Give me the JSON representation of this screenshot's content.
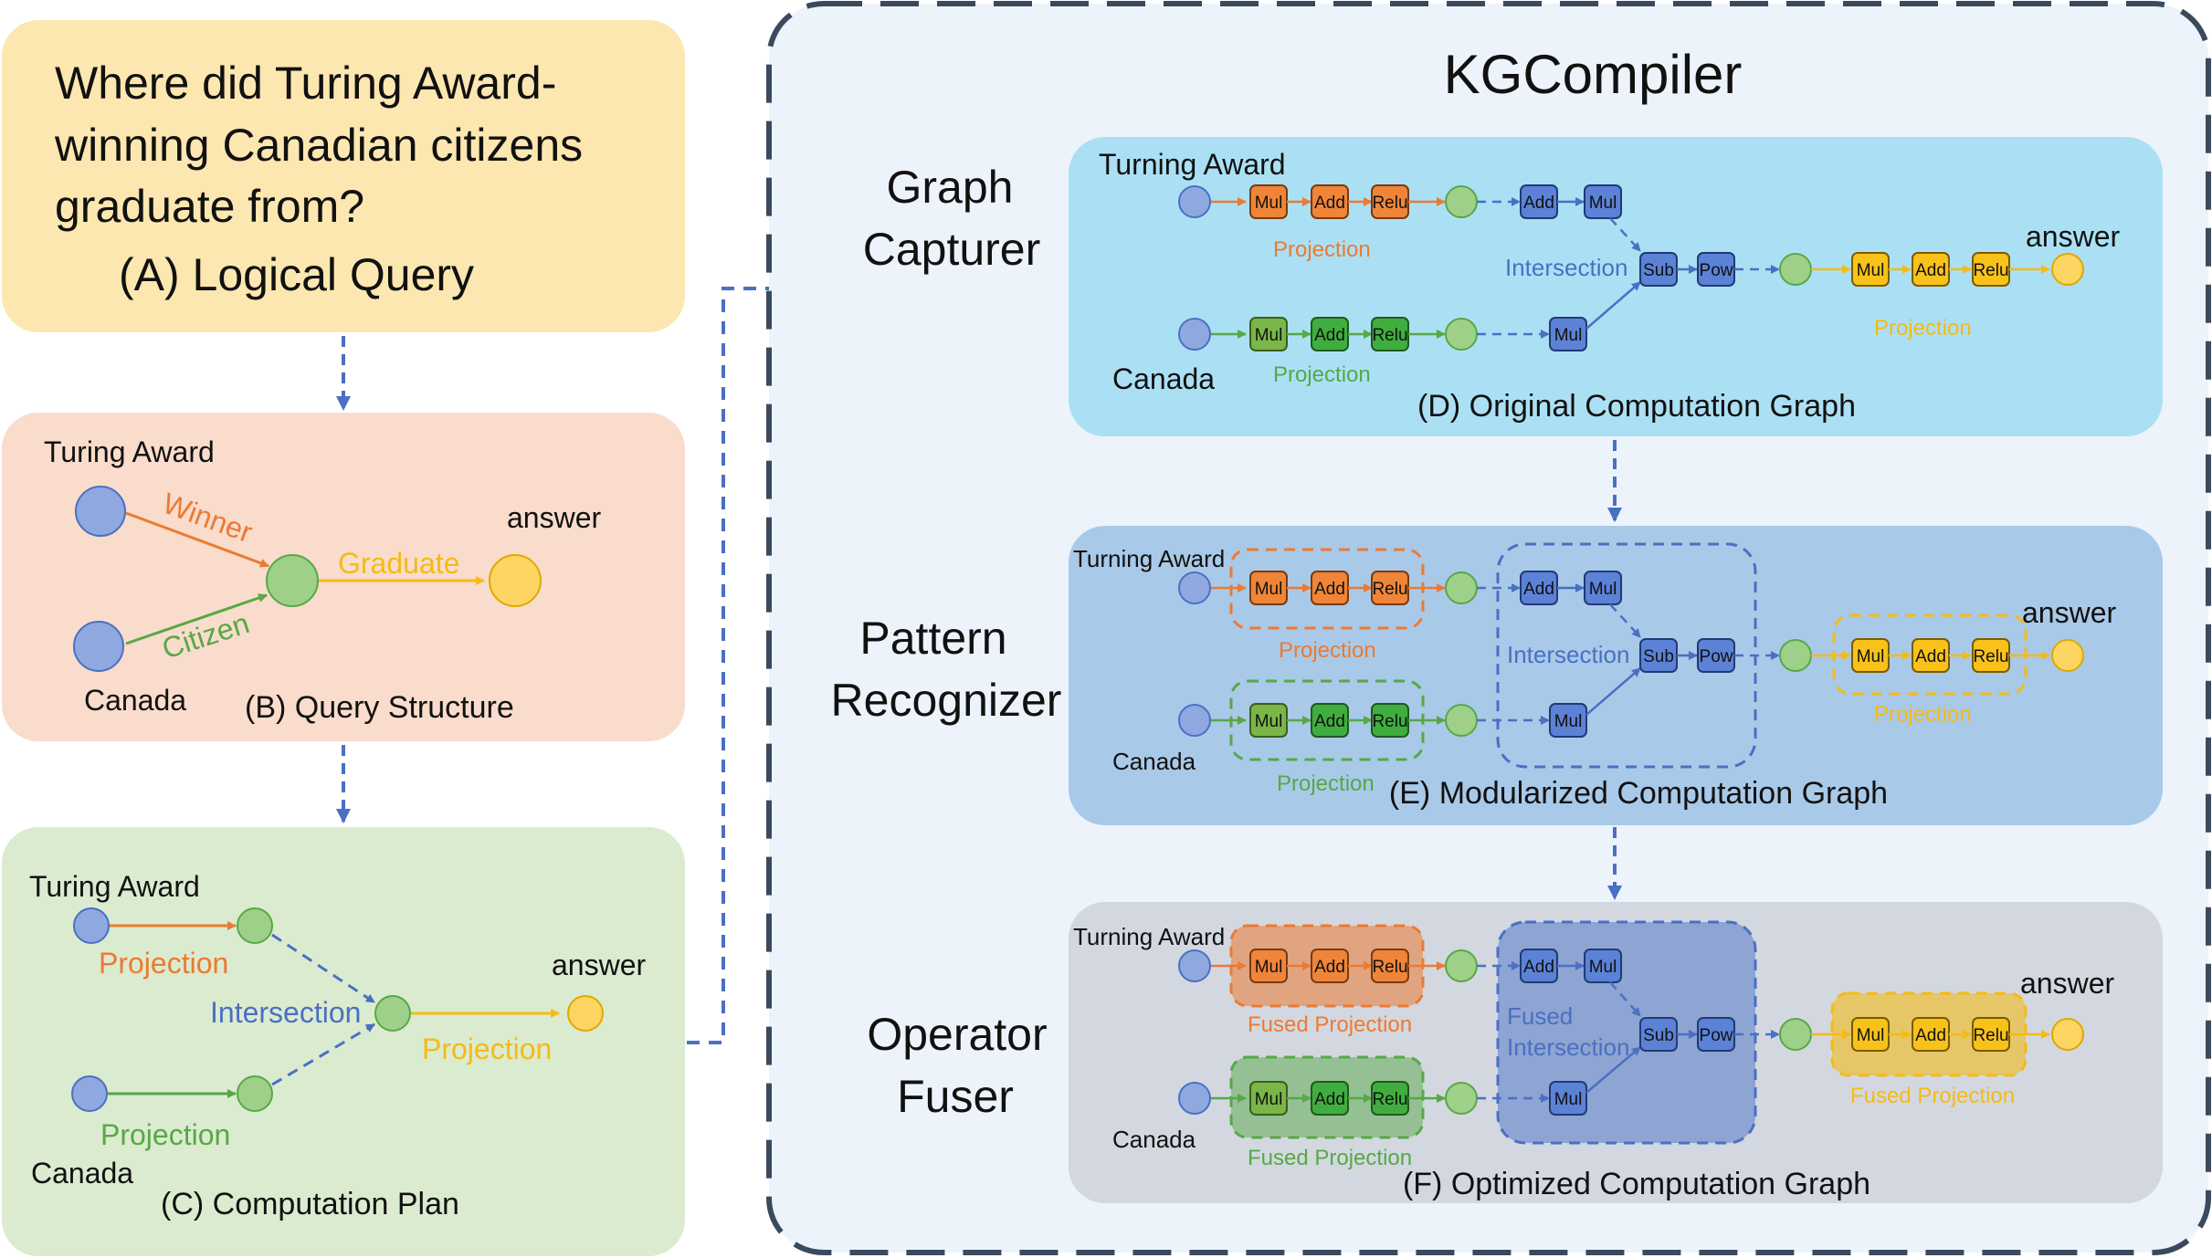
{
  "colors": {
    "orange": "#ec7a32",
    "green": "#57a846",
    "blue": "#4a70c4",
    "yellow": "#f4bb16",
    "panel_a": "#fde7b0",
    "panel_b": "#f9dccb",
    "panel_c": "#dbebcf",
    "panel_d": "#abe0f4",
    "panel_e": "#a9c9e8",
    "panel_f": "#d3d8e0",
    "compiler_bg": "#edf3fb",
    "compiler_border": "#3a4a5e"
  },
  "panel_a": {
    "question_lines": [
      "Where did Turing Award-",
      "winning Canadian citizens",
      "graduate from?"
    ],
    "caption": "(A) Logical Query"
  },
  "panel_b": {
    "turing_label": "Turing Award",
    "canada_label": "Canada",
    "answer_label": "answer",
    "edge_winner": "Winner",
    "edge_citizen": "Citizen",
    "edge_graduate": "Graduate",
    "caption": "(B) Query Structure"
  },
  "panel_c": {
    "turing_label": "Turing Award",
    "canada_label": "Canada",
    "answer_label": "answer",
    "projection_top": "Projection",
    "projection_bottom": "Projection",
    "projection_right": "Projection",
    "intersection": "Intersection",
    "caption": "(C) Computation Plan"
  },
  "compiler": {
    "title": "KGCompiler",
    "stage_1": [
      "Graph",
      "Capturer"
    ],
    "stage_2": [
      "Pattern",
      "Recognizer"
    ],
    "stage_3": [
      "Operator",
      "Fuser"
    ]
  },
  "panel_d": {
    "top_label": "Turning Award",
    "bottom_label": "Canada",
    "answer_label": "answer",
    "proj_top": "Projection",
    "proj_bottom": "Projection",
    "proj_right": "Projection",
    "intersection": "Intersection",
    "caption": "(D) Original Computation Graph"
  },
  "panel_e": {
    "top_label": "Turning Award",
    "bottom_label": "Canada",
    "answer_label": "answer",
    "proj_top": "Projection",
    "proj_bottom": "Projection",
    "proj_right": "Projection",
    "intersection": "Intersection",
    "caption": "(E) Modularized Computation Graph"
  },
  "panel_f": {
    "top_label": "Turning Award",
    "bottom_label": "Canada",
    "answer_label": "answer",
    "proj_top": "Fused Projection",
    "proj_bottom": "Fused Projection",
    "proj_right": "Fused Projection",
    "intersection_1": "Fused",
    "intersection_2": "Intersection",
    "caption": "(F) Optimized Computation Graph"
  },
  "ops": {
    "mul": "Mul",
    "add": "Add",
    "relu": "Relu",
    "sub": "Sub",
    "pow": "Pow"
  }
}
